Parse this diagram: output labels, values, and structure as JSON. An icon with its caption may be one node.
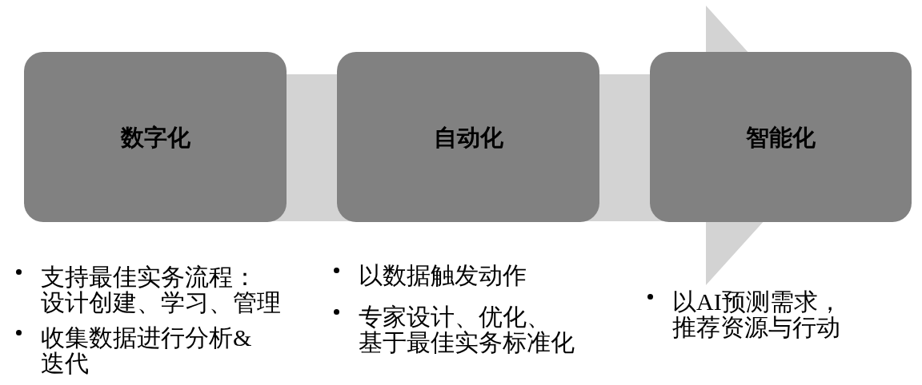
{
  "diagram": {
    "nodes": [
      {
        "text": [
          "数字化"
        ],
        "beside": [
          "支持最佳实务流程：设计创建、学习、管理",
          "收集数据进行分析&迭代"
        ]
      },
      {
        "text": [
          "自动化"
        ],
        "beside": [
          "以数据触发动作",
          "专家设计、优化、基于最佳实务标准化"
        ]
      },
      {
        "text": [
          "智能化"
        ],
        "beside": [
          "以AI预测需求，推荐资源与行动"
        ]
      }
    ]
  }
}
